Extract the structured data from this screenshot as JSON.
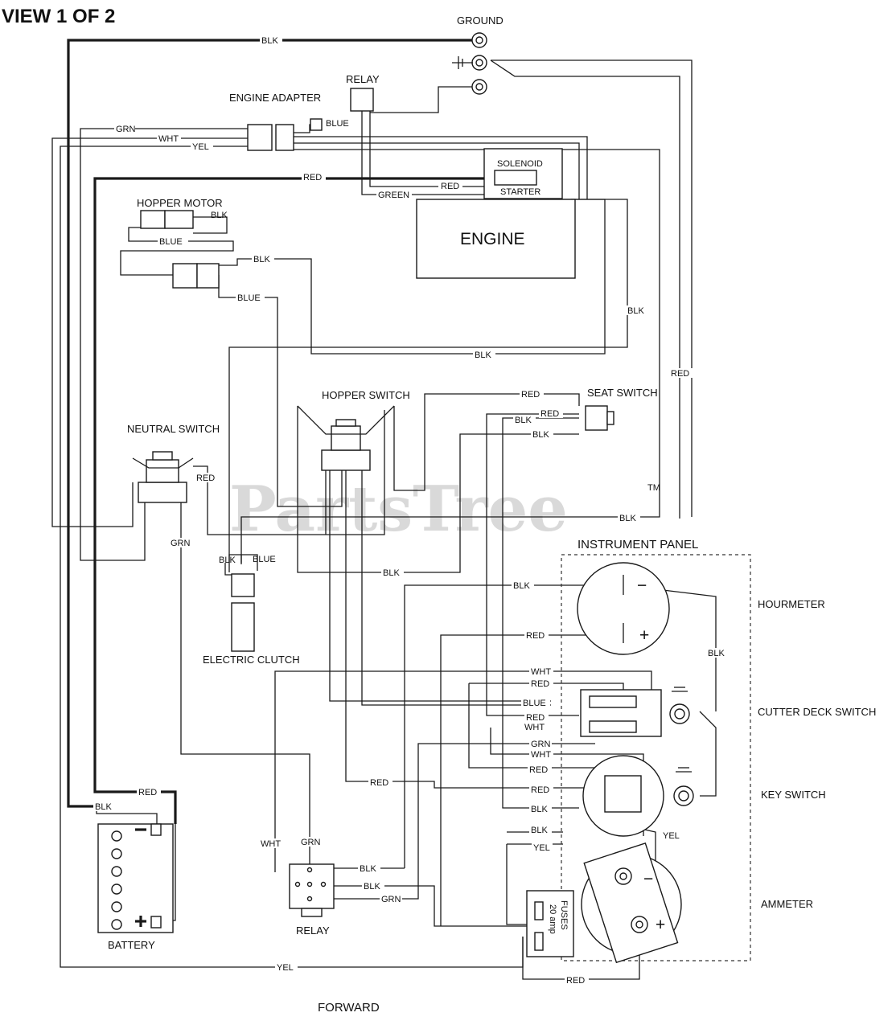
{
  "header": {
    "view_label": "VIEW 1 OF 2"
  },
  "footer": {
    "direction_label": "FORWARD"
  },
  "watermark": {
    "text": "PartsTree",
    "tm": "TM"
  },
  "components": {
    "ground": "GROUND",
    "relay_top": "RELAY",
    "engine_adapter": "ENGINE ADAPTER",
    "solenoid": "SOLENOID",
    "starter": "STARTER",
    "engine": "ENGINE",
    "hopper_motor": "HOPPER MOTOR",
    "hopper_switch": "HOPPER SWITCH",
    "seat_switch": "SEAT SWITCH",
    "neutral_switch": "NEUTRAL SWITCH",
    "electric_clutch": "ELECTRIC CLUTCH",
    "instrument_panel": "INSTRUMENT PANEL",
    "hourmeter": "HOURMETER",
    "cutter_deck_switch": "CUTTER DECK SWITCH",
    "key_switch": "KEY SWITCH",
    "ammeter": "AMMETER",
    "battery": "BATTERY",
    "relay_bottom": "RELAY",
    "fuses": "FUSES",
    "fuse_rating": "20 amp"
  },
  "symbols": {
    "minus": "−",
    "plus": "+"
  },
  "wire_colors": {
    "blk": "BLK",
    "red": "RED",
    "grn": "GRN",
    "wht": "WHT",
    "yel": "YEL",
    "blue": "BLUE",
    "green": "GREEN"
  }
}
